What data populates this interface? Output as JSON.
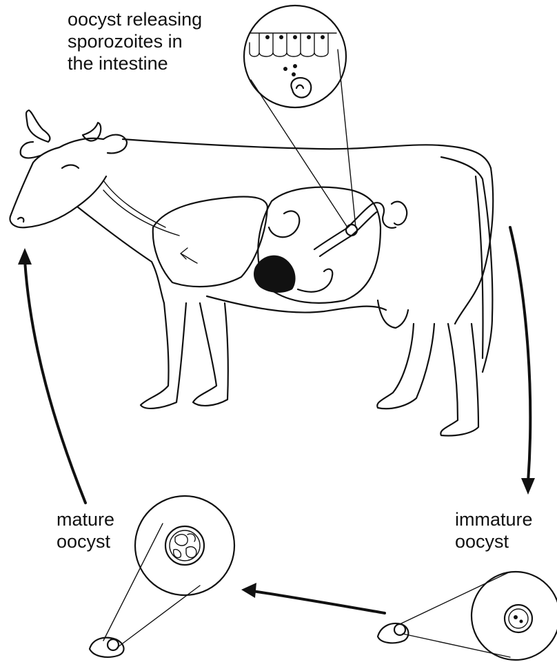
{
  "diagram": {
    "labels": {
      "intestine_oocyst": [
        "oocyst releasing",
        "sporozoites in",
        "the intestine"
      ],
      "mature_oocyst": [
        "mature",
        "oocyst"
      ],
      "immature_oocyst": [
        "immature",
        "oocyst"
      ]
    },
    "colors": {
      "ink": "#111111",
      "background": "#ffffff"
    }
  }
}
